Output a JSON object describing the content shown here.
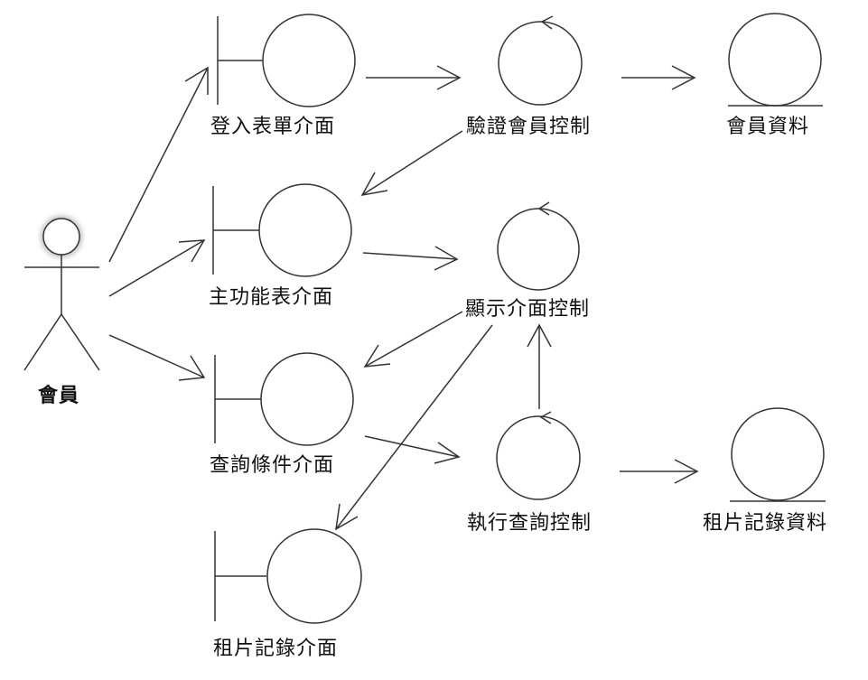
{
  "actor": {
    "label": "會員"
  },
  "boundaries": {
    "login_form": "登入表單介面",
    "main_menu": "主功能表介面",
    "query_form": "查詢條件介面",
    "rental_record_ui": "租片記錄介面"
  },
  "controls": {
    "verify_member": "驗證會員控制",
    "display_control": "顯示介面控制",
    "query_control": "執行查詢控制"
  },
  "entities": {
    "member_data": "會員資料",
    "rental_data": "租片記錄資料"
  }
}
